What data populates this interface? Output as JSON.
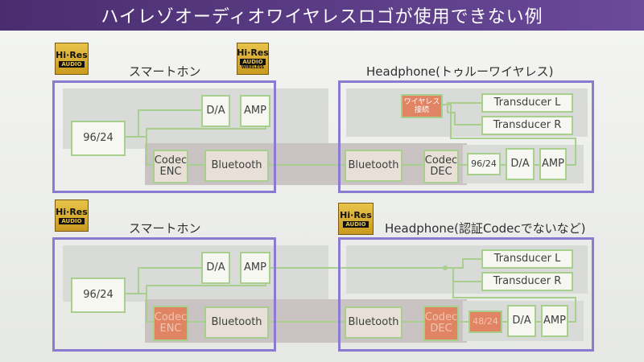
{
  "title": "ハイレゾオーディオワイヤレスロゴが使用できない例",
  "logos": {
    "hires_audio": {
      "line1": "Hi·Res",
      "line2": "AUDIO"
    },
    "hires_wireless": {
      "line1": "Hi·Res",
      "line2": "AUDIO",
      "line3": "WIRELESS"
    }
  },
  "top": {
    "phone_label": "スマートホン",
    "headphone_label": "Headphone(トゥルーワイヤレス)",
    "src": "96/24",
    "da": "D/A",
    "amp": "AMP",
    "codec_enc": [
      "Codec",
      "ENC"
    ],
    "bt_phone": "Bluetooth",
    "bt_head": "Bluetooth",
    "codec_dec": [
      "Codec",
      "DEC"
    ],
    "wireless_conn": [
      "ワイヤレス",
      "接続"
    ],
    "trans_l": "Transducer L",
    "trans_r": "Transducer R",
    "head_src": "96/24",
    "head_da": "D/A",
    "head_amp": "AMP"
  },
  "bottom": {
    "phone_label": "スマートホン",
    "headphone_label": "Headphone(認証Codecでないなど)",
    "src": "96/24",
    "da": "D/A",
    "amp": "AMP",
    "codec_enc": [
      "Codec",
      "ENC"
    ],
    "bt_phone": "Bluetooth",
    "bt_head": "Bluetooth",
    "codec_dec": [
      "Codec",
      "DEC"
    ],
    "trans_l": "Transducer L",
    "trans_r": "Transducer R",
    "head_src": "48/24",
    "head_da": "D/A",
    "head_amp": "AMP"
  },
  "colors": {
    "title_bar": "#5a3c85",
    "frame": "#8a7bd0",
    "box_border": "#a9cf8f",
    "codec_red": "#e08463",
    "logo_gold": "#d9ad33"
  }
}
